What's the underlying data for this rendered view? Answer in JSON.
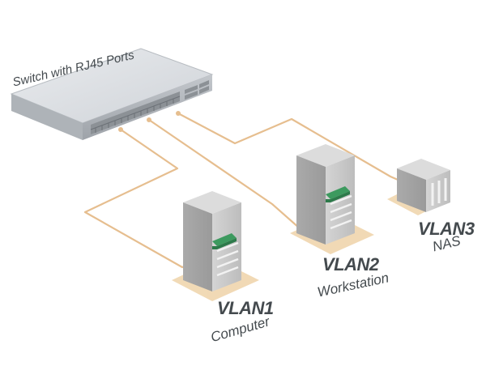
{
  "switch": {
    "title": "Switch with RJ45 Ports"
  },
  "devices": [
    {
      "vlan": "VLAN1",
      "name": "Computer"
    },
    {
      "vlan": "VLAN2",
      "name": "Workstation"
    },
    {
      "vlan": "VLAN3",
      "name": "NAS"
    }
  ],
  "colors": {
    "cable": "#e6be8f",
    "floor": "#efd3a9",
    "case": "#c9c9c9",
    "label": "#444a4e"
  }
}
